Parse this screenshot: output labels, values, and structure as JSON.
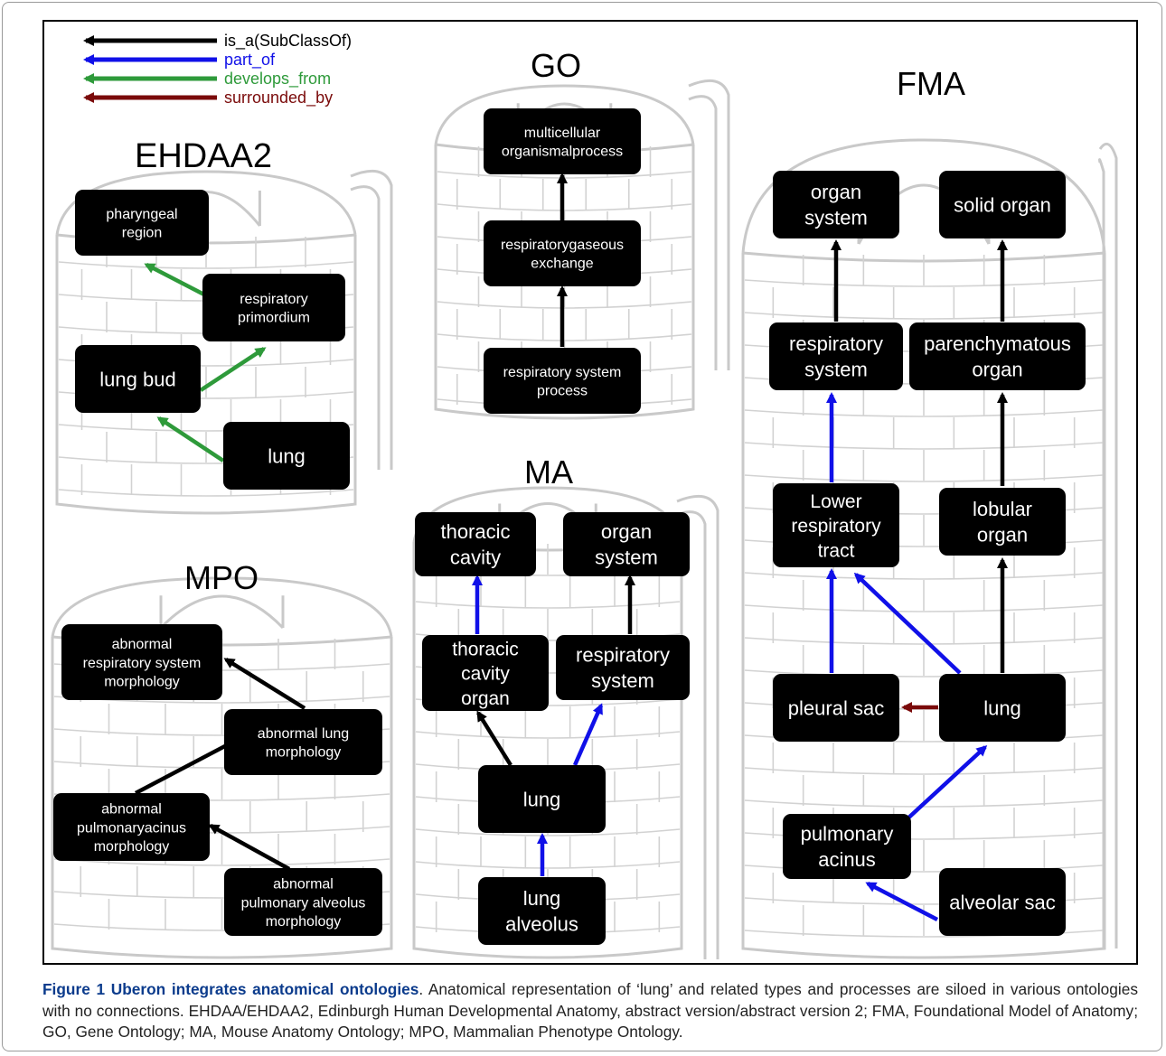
{
  "legend": [
    {
      "label": "is_a(SubClassOf)",
      "color": "#000000"
    },
    {
      "label": "part_of",
      "color": "#1010e8"
    },
    {
      "label": "develops_from",
      "color": "#2e9a3a"
    },
    {
      "label": "surrounded_by",
      "color": "#7a0a0a"
    }
  ],
  "silos": {
    "ehdaa2": {
      "title": "EHDAA2"
    },
    "mpo": {
      "title": "MPO"
    },
    "go": {
      "title": "GO"
    },
    "ma": {
      "title": "MA"
    },
    "fma": {
      "title": "FMA"
    }
  },
  "nodes": {
    "ehdaa2_pharyngeal": [
      "pharyngeal",
      "region"
    ],
    "ehdaa2_resp_primordium": [
      "respiratory",
      "primordium"
    ],
    "ehdaa2_lung_bud": [
      "lung bud"
    ],
    "ehdaa2_lung": [
      "lung"
    ],
    "mpo_abn_resp": [
      "abnormal",
      "respiratory system",
      "morphology"
    ],
    "mpo_abn_lung": [
      "abnormal lung",
      "morphology"
    ],
    "mpo_abn_acinus": [
      "abnormal",
      "pulmonaryacinus",
      "morphology"
    ],
    "mpo_abn_alveolus": [
      "abnormal",
      "pulmonary alveolus",
      "morphology"
    ],
    "go_multicellular": [
      "multicellular",
      "organismalprocess"
    ],
    "go_gaseous": [
      "respiratorygaseous",
      "exchange"
    ],
    "go_resp_process": [
      "respiratory system",
      "process"
    ],
    "ma_thoracic_cavity": [
      "thoracic",
      "cavity"
    ],
    "ma_organ_system": [
      "organ",
      "system"
    ],
    "ma_thoracic_organ": [
      "thoracic",
      "cavity",
      "organ"
    ],
    "ma_resp_system": [
      "respiratory",
      "system"
    ],
    "ma_lung": [
      "lung"
    ],
    "ma_alveolus": [
      "lung",
      "alveolus"
    ],
    "fma_organ_system": [
      "organ",
      "system"
    ],
    "fma_solid_organ": [
      "solid organ"
    ],
    "fma_resp_system": [
      "respiratory",
      "system"
    ],
    "fma_parenchymatous": [
      "parenchymatous",
      "organ"
    ],
    "fma_lower_resp": [
      "Lower",
      "respiratory",
      "tract"
    ],
    "fma_lobular": [
      "lobular",
      "organ"
    ],
    "fma_pleural_sac": [
      "pleural sac"
    ],
    "fma_lung": [
      "lung"
    ],
    "fma_acinus": [
      "pulmonary",
      "acinus"
    ],
    "fma_alveolar_sac": [
      "alveolar sac"
    ]
  },
  "edges": [
    {
      "from": "ehdaa2_resp_primordium",
      "to": "ehdaa2_pharyngeal",
      "relation": "develops_from"
    },
    {
      "from": "ehdaa2_lung_bud",
      "to": "ehdaa2_resp_primordium",
      "relation": "develops_from"
    },
    {
      "from": "ehdaa2_lung",
      "to": "ehdaa2_lung_bud",
      "relation": "develops_from"
    },
    {
      "from": "mpo_abn_lung",
      "to": "mpo_abn_resp",
      "relation": "is_a"
    },
    {
      "from": "mpo_abn_acinus",
      "to": "mpo_abn_lung",
      "relation": "is_a"
    },
    {
      "from": "mpo_abn_alveolus",
      "to": "mpo_abn_acinus",
      "relation": "is_a"
    },
    {
      "from": "go_gaseous",
      "to": "go_multicellular",
      "relation": "is_a"
    },
    {
      "from": "go_resp_process",
      "to": "go_gaseous",
      "relation": "is_a"
    },
    {
      "from": "ma_thoracic_organ",
      "to": "ma_thoracic_cavity",
      "relation": "part_of"
    },
    {
      "from": "ma_resp_system",
      "to": "ma_organ_system",
      "relation": "is_a"
    },
    {
      "from": "ma_lung",
      "to": "ma_thoracic_organ",
      "relation": "is_a"
    },
    {
      "from": "ma_lung",
      "to": "ma_resp_system",
      "relation": "part_of"
    },
    {
      "from": "ma_alveolus",
      "to": "ma_lung",
      "relation": "part_of"
    },
    {
      "from": "fma_resp_system",
      "to": "fma_organ_system",
      "relation": "is_a"
    },
    {
      "from": "fma_parenchymatous",
      "to": "fma_solid_organ",
      "relation": "is_a"
    },
    {
      "from": "fma_lower_resp",
      "to": "fma_resp_system",
      "relation": "part_of"
    },
    {
      "from": "fma_lobular",
      "to": "fma_parenchymatous",
      "relation": "is_a"
    },
    {
      "from": "fma_pleural_sac",
      "to": "fma_lower_resp",
      "relation": "part_of"
    },
    {
      "from": "fma_lung",
      "to": "fma_lower_resp",
      "relation": "part_of"
    },
    {
      "from": "fma_lung",
      "to": "fma_lobular",
      "relation": "is_a"
    },
    {
      "from": "fma_lung",
      "to": "fma_pleural_sac",
      "relation": "surrounded_by"
    },
    {
      "from": "fma_acinus",
      "to": "fma_lung",
      "relation": "part_of"
    },
    {
      "from": "fma_alveolar_sac",
      "to": "fma_acinus",
      "relation": "part_of"
    }
  ],
  "caption": {
    "label": "Figure 1 Uberon integrates anatomical ontologies",
    "text": ". Anatomical representation of ‘lung’ and related types and processes are siloed in various ontologies with no connections. EHDAA/EHDAA2, Edinburgh Human Developmental Anatomy, abstract version/abstract version 2; FMA, Foundational Model of Anatomy; GO, Gene Ontology; MA, Mouse Anatomy Ontology; MPO, Mammalian Phenotype Ontology."
  }
}
